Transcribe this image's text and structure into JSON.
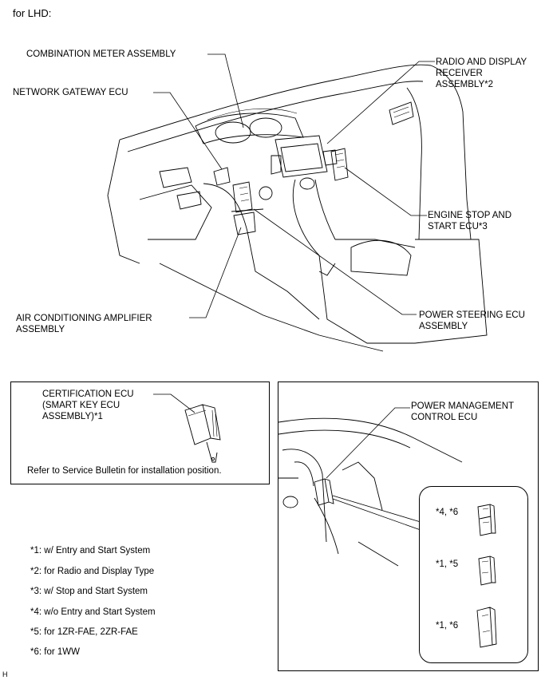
{
  "header": {
    "title": "for LHD:"
  },
  "main_labels": {
    "combination_meter": "COMBINATION METER ASSEMBLY",
    "network_gateway": "NETWORK GATEWAY ECU",
    "radio_display": "RADIO AND DISPLAY\nRECEIVER\nASSEMBLY*2",
    "engine_stop": "ENGINE STOP AND\nSTART ECU*3",
    "power_steering": "POWER STEERING ECU\nASSEMBLY",
    "air_conditioning": "AIR CONDITIONING AMPLIFIER\nASSEMBLY"
  },
  "certification_box": {
    "label": "CERTIFICATION ECU\n(SMART KEY ECU\nASSEMBLY)*1",
    "note": "Refer to Service Bulletin for installation position."
  },
  "power_mgmt_box": {
    "label": "POWER MANAGEMENT\nCONTROL ECU",
    "variants": [
      "*4, *6",
      "*1, *5",
      "*1, *6"
    ]
  },
  "footnotes": [
    "*1: w/ Entry and Start System",
    "*2: for Radio and Display Type",
    "*3: w/ Stop and Start System",
    "*4: w/o Entry and Start System",
    "*5: for 1ZR-FAE, 2ZR-FAE",
    "*6: for 1WW"
  ],
  "corner_mark": "H"
}
